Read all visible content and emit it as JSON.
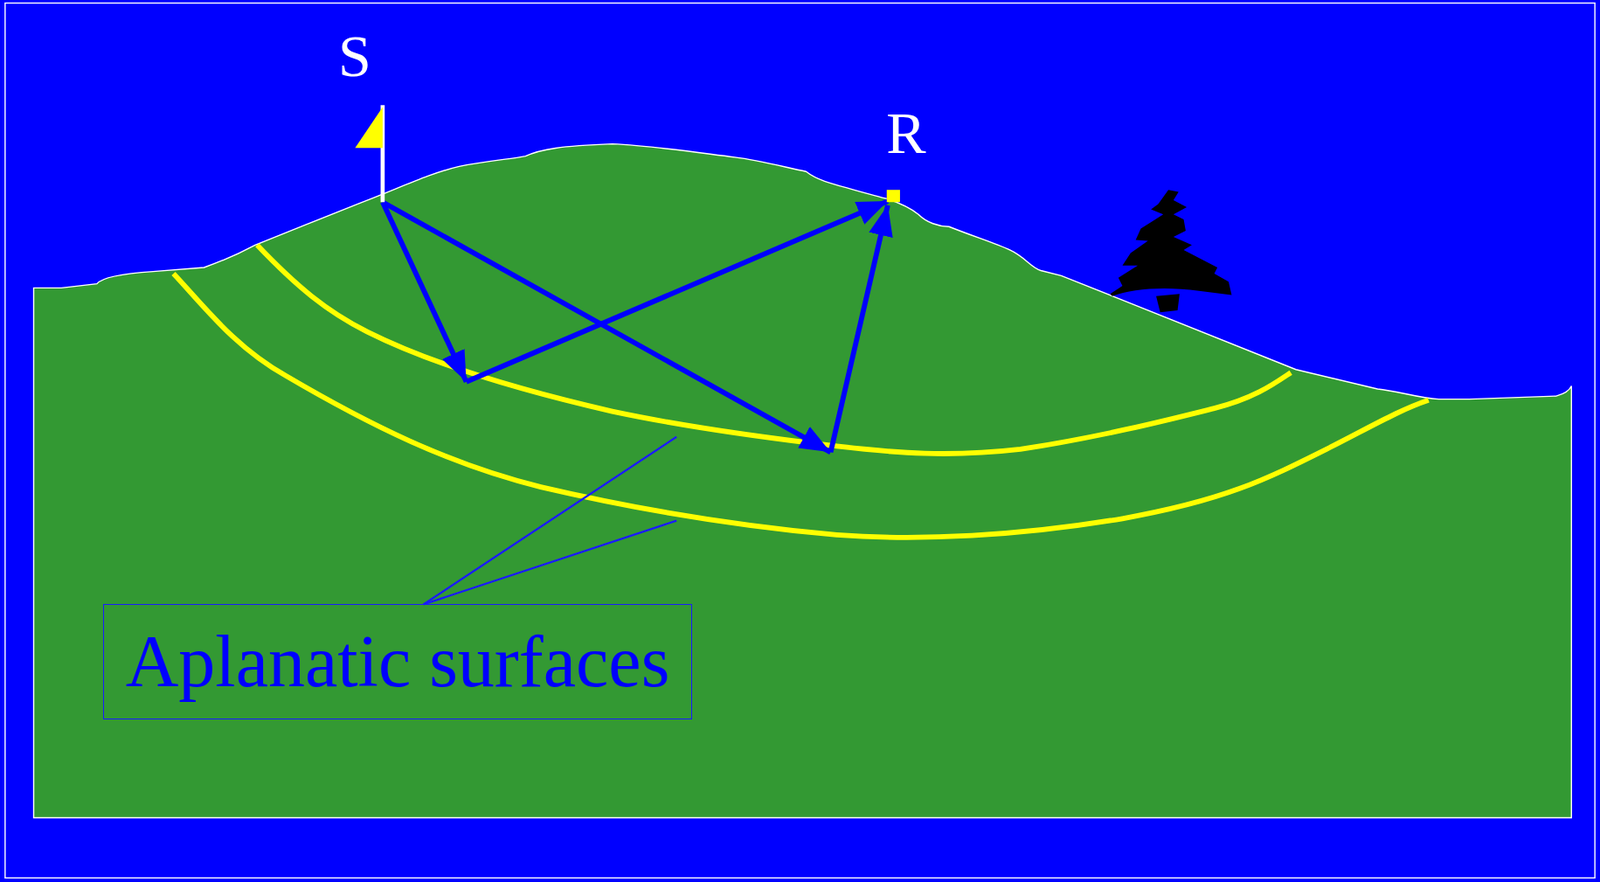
{
  "diagram": {
    "nodes": [
      {
        "text": [
          "Aplanatic surfaces"
        ]
      }
    ],
    "labels": [
      "S",
      "R"
    ]
  }
}
